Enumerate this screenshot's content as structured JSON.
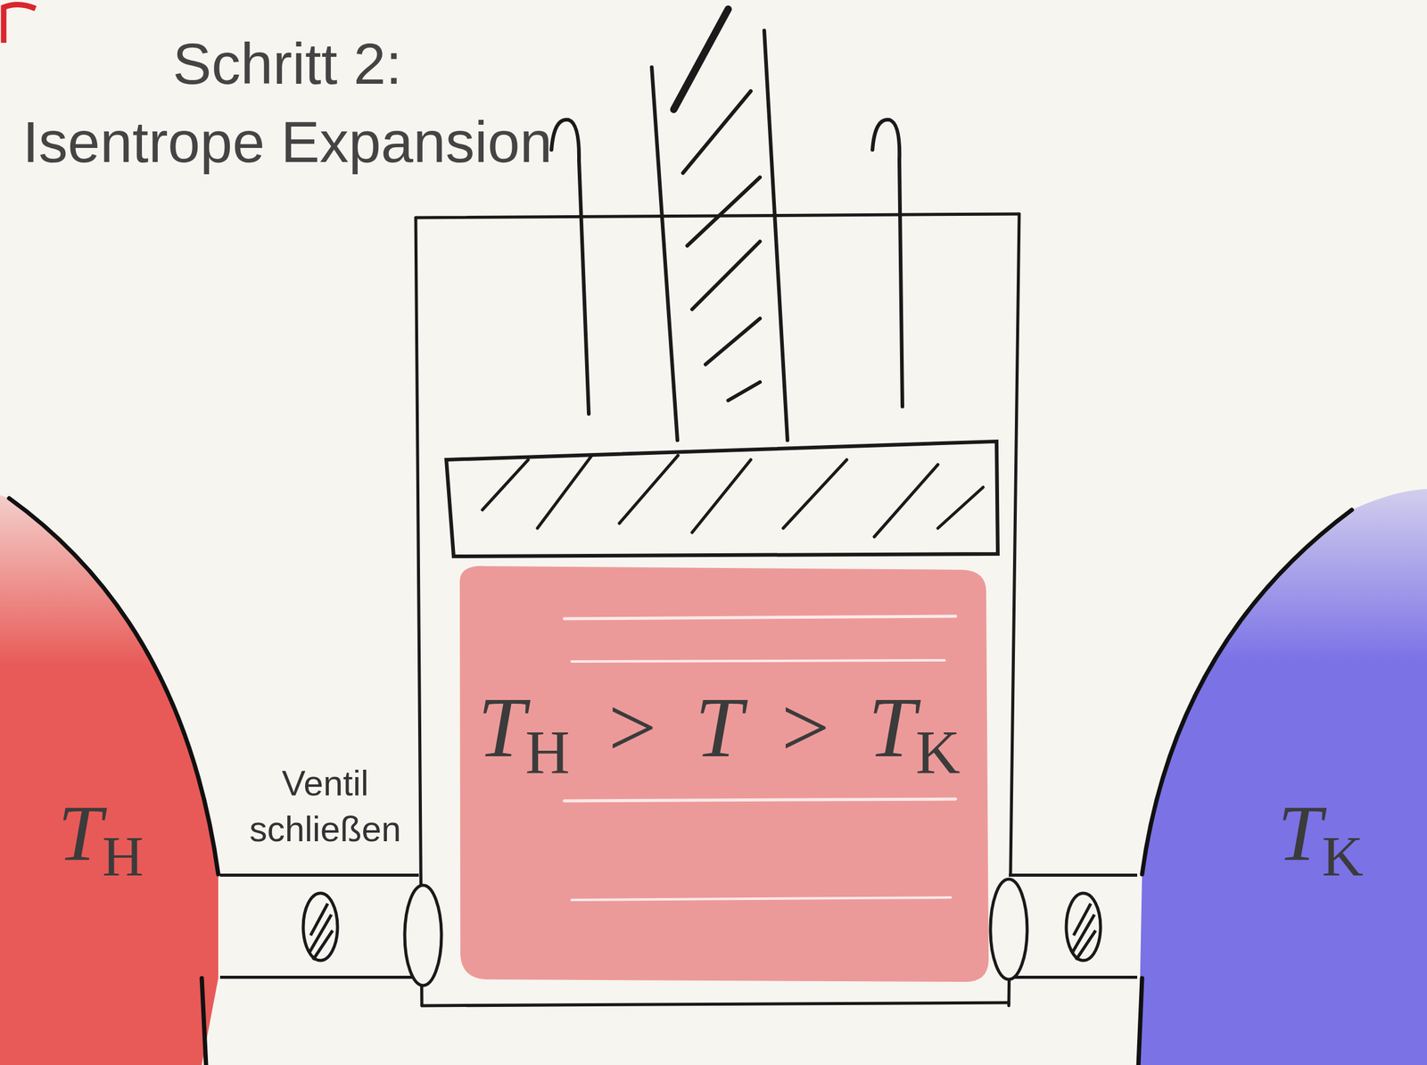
{
  "diagram": {
    "title": "Schritt 2: Isentrope Expansion",
    "nodes": [
      {
        "text": [
          "TH"
        ]
      },
      {
        "text": [
          "TH > T > TK"
        ]
      },
      {
        "text": [
          "TK"
        ]
      }
    ],
    "edges": [
      {
        "from": 0,
        "to": 1,
        "arrow": "none"
      },
      {
        "from": 1,
        "to": 2,
        "arrow": "none"
      }
    ],
    "labels": [
      "Ventil schließen"
    ]
  }
}
